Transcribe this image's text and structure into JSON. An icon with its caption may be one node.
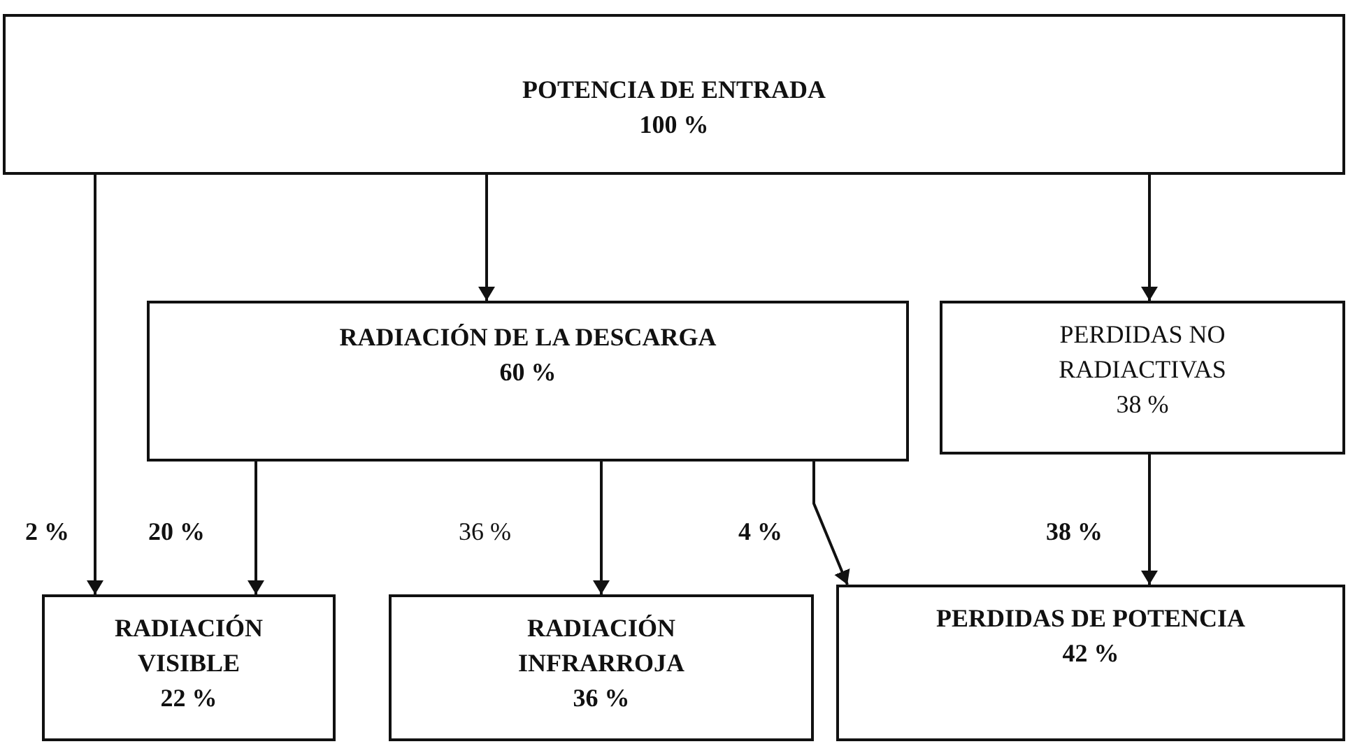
{
  "diagram": {
    "nodes": [
      {
        "text": [
          "POTENCIA DE ENTRADA",
          "100 %"
        ]
      },
      {
        "text": [
          "RADIACIÓN DE LA DESCARGA",
          "60 %"
        ]
      },
      {
        "text": [
          "PERDIDAS NO RADIACTIVAS",
          "38 %"
        ]
      },
      {
        "text": [
          "RADIACIÓN VISIBLE",
          "22 %"
        ]
      },
      {
        "text": [
          "RADIACIÓN INFRARROJA",
          "36 %"
        ]
      },
      {
        "text": [
          "PERDIDAS DE POTENCIA",
          "42 %"
        ]
      }
    ],
    "edges": [
      {
        "from": 0,
        "to": 3,
        "arrow": "to",
        "label": "2 %"
      },
      {
        "from": 0,
        "to": 1,
        "arrow": "to"
      },
      {
        "from": 0,
        "to": 2,
        "arrow": "to"
      },
      {
        "from": 1,
        "to": 3,
        "arrow": "to",
        "label": "20 %"
      },
      {
        "from": 1,
        "to": 4,
        "arrow": "to",
        "label": "36 %"
      },
      {
        "from": 1,
        "to": 5,
        "arrow": "to",
        "label": "4 %"
      },
      {
        "from": 2,
        "to": 5,
        "arrow": "to",
        "label": "38 %"
      }
    ]
  }
}
